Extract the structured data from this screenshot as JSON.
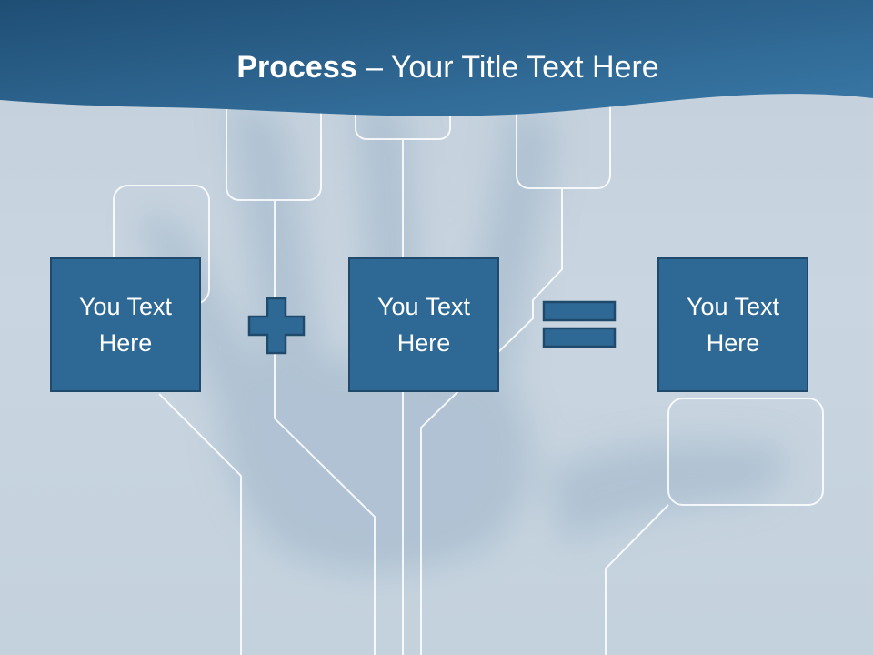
{
  "slide": {
    "title_bold": "Process",
    "title_rest": " – Your Title Text Here",
    "operands": [
      {
        "label": "You Text Here"
      },
      {
        "label": "You Text Here"
      },
      {
        "label": "You Text Here"
      }
    ],
    "operators": [
      "plus",
      "equals"
    ]
  },
  "colors": {
    "header_dark": "#1f4e74",
    "header_light": "#3a79a8",
    "box_fill": "#2e6894",
    "box_border": "#1f4a6b",
    "circuit_lines": "#ffffff"
  }
}
